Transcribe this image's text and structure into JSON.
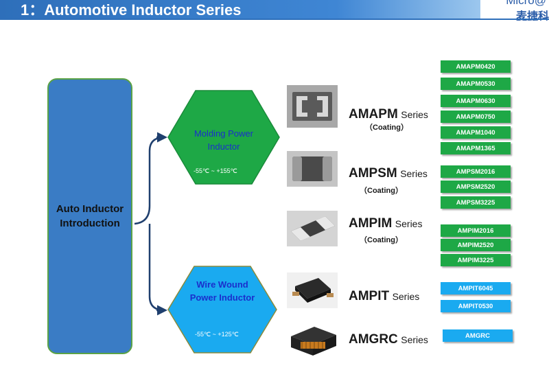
{
  "header": {
    "title": "1：Automotive Inductor Series"
  },
  "logo": {
    "top_text": "Micro@",
    "bottom_text": "麦捷科"
  },
  "intro": {
    "label": "Auto Inductor Introduction"
  },
  "molding": {
    "label": "Molding Power Inductor",
    "temp": "-55℃ ~ +155℃"
  },
  "wire": {
    "label": "Wire Wound Power Inductor",
    "temp": "-55℃ ~ +125℃"
  },
  "series": [
    {
      "code": "AMAPM",
      "word": "Series",
      "note": "（Coating）"
    },
    {
      "code": "AMPSM",
      "word": "Series",
      "note": "（Coating）"
    },
    {
      "code": "AMPIM",
      "word": "Series",
      "note": "（Coating）"
    },
    {
      "code": "AMPIT",
      "word": "Series",
      "note": ""
    },
    {
      "code": "AMGRC",
      "word": "Series",
      "note": ""
    }
  ],
  "part_numbers": {
    "amapm": [
      "AMAPM0420",
      "AMAPM0530",
      "AMAPM0630",
      "AMAPM0750",
      "AMAPM1040",
      "AMAPM1365"
    ],
    "ampsm": [
      "AMPSM2016",
      "AMPSM2520",
      "AMPSM3225"
    ],
    "ampim": [
      "AMPIM2016",
      "AMPIM2520",
      "AMPIM3225"
    ],
    "ampit": [
      "AMPIT6045",
      "AMPIT0530"
    ],
    "amgrc": [
      "AMGRC"
    ]
  },
  "colors": {
    "header_blue": "#2e6fba",
    "intro_blue": "#3a7cc5",
    "molding_green": "#1ea846",
    "wire_cyan": "#1aaaf0",
    "border_green": "#5aa245",
    "arrow_navy": "#1f3f6e"
  }
}
